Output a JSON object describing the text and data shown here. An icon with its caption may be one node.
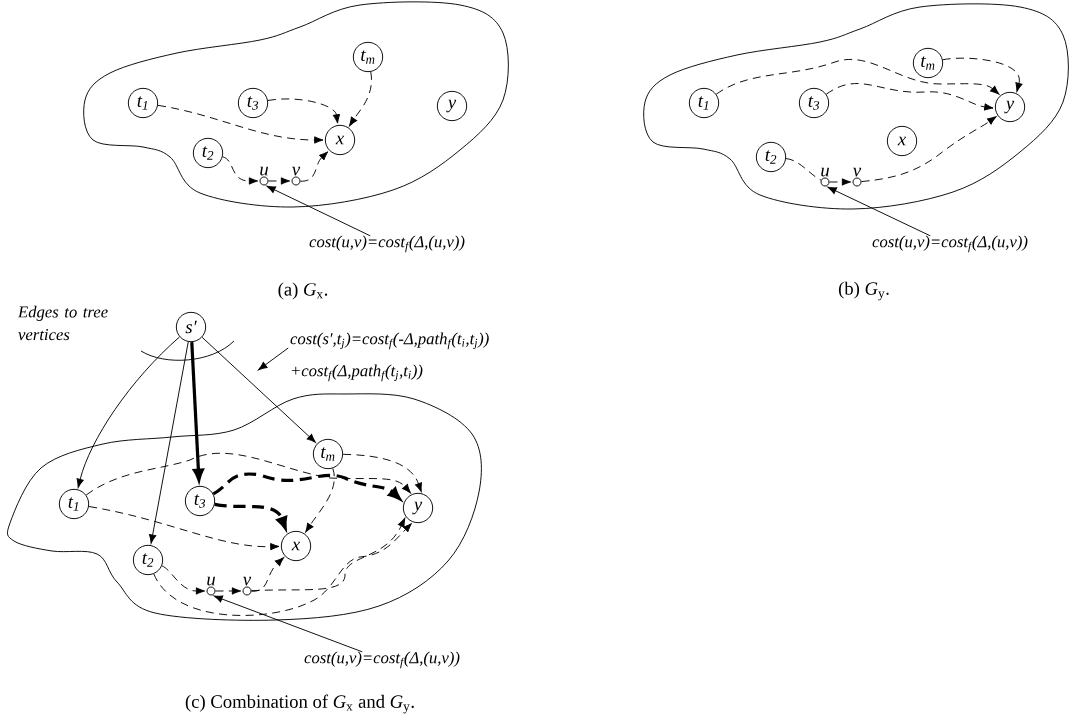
{
  "diagram": {
    "nodes": [
      {
        "text": [],
        "shape": "cloud"
      },
      {
        "text": [
          "t$_{1}$"
        ],
        "in": 0
      },
      {
        "text": [
          "t$_{3}$"
        ],
        "in": 0
      },
      {
        "text": [
          "t$_{m}$"
        ],
        "in": 0
      },
      {
        "text": [
          "y"
        ],
        "in": 0
      },
      {
        "text": [
          "t$_{2}$"
        ],
        "in": 0
      },
      {
        "text": [
          "x"
        ],
        "in": 0
      },
      {
        "text": [],
        "shape": "circle",
        "beside": [
          "u"
        ],
        "in": 0
      },
      {
        "text": [],
        "shape": "circle",
        "beside": [
          "v"
        ],
        "in": 0
      },
      {
        "text": [
          "cost(u,v)=cost$_{f}$(Δ,(u,v))"
        ]
      },
      {
        "text": [],
        "shape": "cloud"
      },
      {
        "text": [
          "t$_{1}$"
        ],
        "in": 10
      },
      {
        "text": [
          "t$_{3}$"
        ],
        "in": 10
      },
      {
        "text": [
          "t$_{m}$"
        ],
        "in": 10
      },
      {
        "text": [
          "y"
        ],
        "in": 10
      },
      {
        "text": [
          "t$_{2}$"
        ],
        "in": 10
      },
      {
        "text": [
          "x"
        ],
        "in": 10
      },
      {
        "text": [],
        "shape": "circle",
        "beside": [
          "u"
        ],
        "in": 10
      },
      {
        "text": [],
        "shape": "circle",
        "beside": [
          "v"
        ],
        "in": 10
      },
      {
        "text": [
          "cost(u,v)=cost$_{f}$(Δ,(u,v))"
        ]
      },
      {
        "text": [
          "s′"
        ]
      },
      {
        "text": [
          "cost(s′,t$_{j}$)=cost$_{f}$(-Δ,path$_{f}$(t$_{i}$,t$_{j}$)) +cost$_{f}$(Δ,path$_{f}$(t$_{j}$,t$_{i}$))"
        ]
      },
      {
        "text": [],
        "shape": "cloud"
      },
      {
        "text": [
          "t$_{1}$"
        ],
        "in": 22
      },
      {
        "text": [
          "t$_{3}$"
        ],
        "in": 22
      },
      {
        "text": [
          "t$_{m}$"
        ],
        "in": 22
      },
      {
        "text": [
          "y"
        ],
        "in": 22
      },
      {
        "text": [
          "t$_{2}$"
        ],
        "in": 22
      },
      {
        "text": [
          "x"
        ],
        "in": 22
      },
      {
        "text": [],
        "shape": "circle",
        "beside": [
          "u"
        ],
        "in": 22
      },
      {
        "text": [],
        "shape": "circle",
        "beside": [
          "v"
        ],
        "in": 22
      },
      {
        "text": [
          "cost(u,v)=cost$_{f}$(Δ,(u,v))"
        ]
      }
    ],
    "edges": [
      {
        "from": 1,
        "to": 6,
        "arrow": "to",
        "style": "dashed"
      },
      {
        "from": 2,
        "to": 6,
        "arrow": "to",
        "style": "dashed"
      },
      {
        "from": 3,
        "to": 6,
        "arrow": "to",
        "style": "dashed"
      },
      {
        "from": 5,
        "to": 7,
        "arrow": "to",
        "style": "dashed"
      },
      {
        "from": 7,
        "to": 8,
        "arrow": "to",
        "style": "dashed"
      },
      {
        "from": 8,
        "to": 6,
        "arrow": "to",
        "style": "dashed"
      },
      {
        "from": 9,
        "to": 7,
        "arrow": "to"
      },
      {
        "from": 11,
        "to": 14,
        "arrow": "to",
        "style": "dashed"
      },
      {
        "from": 12,
        "to": 14,
        "arrow": "to",
        "style": "dashed"
      },
      {
        "from": 13,
        "to": 14,
        "arrow": "to",
        "style": "dashed"
      },
      {
        "from": 15,
        "to": 17,
        "arrow": "none",
        "style": "dashed"
      },
      {
        "from": 17,
        "to": 18,
        "arrow": "to",
        "style": "dashed"
      },
      {
        "from": 18,
        "to": 14,
        "arrow": "to",
        "style": "dashed"
      },
      {
        "from": 19,
        "to": 17,
        "arrow": "to"
      },
      {
        "from": 20,
        "to": 23,
        "arrow": "to"
      },
      {
        "from": 20,
        "to": 27,
        "arrow": "to"
      },
      {
        "from": 20,
        "to": 24,
        "arrow": "to",
        "style": "thick"
      },
      {
        "from": 20,
        "to": 25,
        "arrow": "to"
      },
      {
        "from": 23,
        "to": 26,
        "arrow": "to",
        "style": "dashed"
      },
      {
        "from": 23,
        "to": 28,
        "arrow": "to",
        "style": "dashed"
      },
      {
        "from": 24,
        "to": 26,
        "arrow": "to",
        "style": "dashed"
      },
      {
        "from": 24,
        "to": 28,
        "arrow": "to",
        "style": "dashed"
      },
      {
        "from": 25,
        "to": 26,
        "arrow": "to",
        "style": "dashed"
      },
      {
        "from": 25,
        "to": 28,
        "arrow": "to",
        "style": "dashed"
      },
      {
        "from": 27,
        "to": 29,
        "arrow": "to",
        "style": "dashed"
      },
      {
        "from": 29,
        "to": 30,
        "arrow": "to",
        "style": "dashed"
      },
      {
        "from": 30,
        "to": 28,
        "arrow": "to",
        "style": "dashed"
      },
      {
        "from": 30,
        "to": 26,
        "arrow": "to",
        "style": "dashed"
      },
      {
        "from": 27,
        "to": 26,
        "arrow": "to",
        "style": "dashed"
      },
      {
        "from": 21,
        "to": null,
        "arrow": "to"
      },
      {
        "from": 31,
        "to": 29,
        "arrow": "to"
      }
    ],
    "labels": [
      "(a) *G*$_{x}$.",
      "(b) *G*$_{y}$.",
      "Edges to tree vertices",
      "(c) Combination of *G*$_{x}$ and *G*$_{y}$."
    ]
  }
}
